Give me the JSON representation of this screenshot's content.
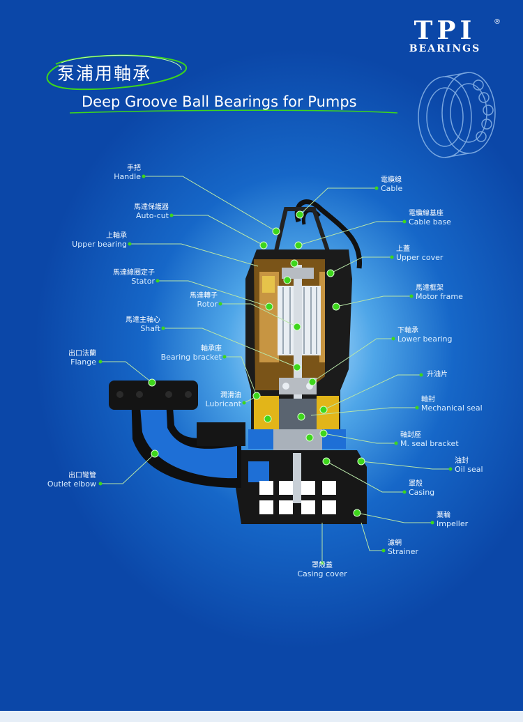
{
  "brand": {
    "name": "TPI",
    "subtitle": "BEARINGS",
    "reg_mark": "®"
  },
  "title": {
    "cn": "泵浦用軸承",
    "en": "Deep Groove Ball Bearings for Pumps"
  },
  "colors": {
    "background": "#0b47a8",
    "accent_dot": "#3ed61c",
    "leader_line": "#b8e6a8",
    "pump_blue": "#1e6fd6",
    "lubricant": "#e6b820"
  },
  "labels": {
    "handle": {
      "cn": "手把",
      "en": "Handle"
    },
    "auto_cut": {
      "cn": "馬達保護器",
      "en": "Auto-cut"
    },
    "upper_bearing": {
      "cn": "上軸承",
      "en": "Upper bearing"
    },
    "stator": {
      "cn": "馬達線圈定子",
      "en": "Stator"
    },
    "rotor": {
      "cn": "馬達轉子",
      "en": "Rotor"
    },
    "shaft": {
      "cn": "馬達主軸心",
      "en": "Shaft"
    },
    "flange": {
      "cn": "出口法蘭",
      "en": "Flange"
    },
    "bearing_bracket": {
      "cn": "軸承座",
      "en": "Bearing bracket"
    },
    "lubricant": {
      "cn": "潤滑油",
      "en": "Lubricant"
    },
    "outlet_elbow": {
      "cn": "出口彎管",
      "en": "Outlet elbow"
    },
    "cable": {
      "cn": "電纜線",
      "en": "Cable"
    },
    "cable_base": {
      "cn": "電纜線基座",
      "en": "Cable base"
    },
    "upper_cover": {
      "cn": "上蓋",
      "en": "Upper cover"
    },
    "motor_frame": {
      "cn": "馬達框架",
      "en": "Motor frame"
    },
    "lower_bearing": {
      "cn": "下軸承",
      "en": "Lower bearing"
    },
    "oil_lifter": {
      "cn": "升油片",
      "en": ""
    },
    "mechanical_seal": {
      "cn": "軸封",
      "en": "Mechanical seal"
    },
    "seal_bracket": {
      "cn": "軸封座",
      "en": "M. seal bracket"
    },
    "oil_seal": {
      "cn": "油封",
      "en": "Oil seal"
    },
    "casing": {
      "cn": "罩殼",
      "en": "Casing"
    },
    "impeller": {
      "cn": "葉輪",
      "en": "Impeller"
    },
    "strainer": {
      "cn": "濾網",
      "en": "Strainer"
    },
    "casing_cover": {
      "cn": "罩殼蓋",
      "en": "Casing cover"
    }
  }
}
